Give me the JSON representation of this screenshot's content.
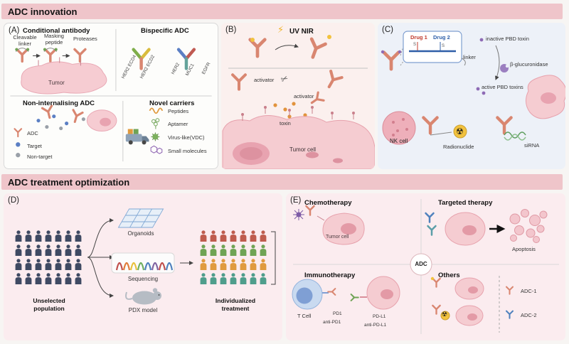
{
  "colors": {
    "banner_pink": "#efc5ca",
    "panel_pink": "#fbf0ee",
    "panel_blue": "#edf1f8",
    "panel_white": "#fdfdfb",
    "antibody_salmon": "#d98670",
    "cell_fill": "#f5ccd1",
    "cell_stroke": "#e7a2ad",
    "cell_nucleus": "#e39aa6",
    "target_blue": "#5b7fc4",
    "non_target_gray": "#9aa0a8",
    "toxin_orange": "#e2933c",
    "pbd_purple": "#8e6bb5"
  },
  "icons": {
    "lightning": "⚡",
    "scissors": "✂",
    "radiation": "☢"
  },
  "banners": {
    "innovation": "ADC innovation",
    "optimization": "ADC treatment optimization"
  },
  "panelA": {
    "tag": "(A)",
    "conditional_title": "Conditional antibody",
    "cleavable_linker": "Cleavable\nlinker",
    "masking_peptide": "Masking\npeptide",
    "proteases": "Proteases",
    "tumor": "Tumor",
    "bispecific_title": "Bispecific ADC",
    "her2_ecd4": "HER2 ECD4",
    "her2_ecd2": "HER2 ECD2",
    "her2": "HER2",
    "muc1": "MUC1",
    "egfr": "EGFR",
    "non_internalising_title": "Non-internalising ADC",
    "legend": {
      "adc": "ADC",
      "target": "Target",
      "non_target": "Non-target"
    },
    "novel_title": "Novel carriers",
    "carriers": [
      "Peptides",
      "Aptamer",
      "Virus-like(VDC)",
      "Small molecules"
    ]
  },
  "panelB": {
    "tag": "(B)",
    "uv_nir": "UV NIR",
    "activator1": "activator",
    "activator2": "activator",
    "toxin": "toxin",
    "tumor_cell": "Tumor cell"
  },
  "panelC": {
    "tag": "(C)",
    "drug1": "Drug 1",
    "drug2": "Drug 2",
    "s": "S",
    "inactive": "inactive PBD toxin",
    "linker": "linker",
    "glucuronidase": "β-glucuronidase",
    "active": "active PBD toxins",
    "nk_cell": "NK cell",
    "radionuclide": "Radionuclide",
    "sirna": "siRNA"
  },
  "panelD": {
    "tag": "(D)",
    "organoids": "Organoids",
    "sequencing": "Sequencing",
    "pdx": "PDX model",
    "unselected": "Unselected\npopulation",
    "individualized": "Individualized\ntreatment"
  },
  "panelE": {
    "tag": "(E)",
    "chemotherapy": "Chemotherapy",
    "tumor_cell": "Tumor cell",
    "targeted": "Targeted therapy",
    "apoptosis": "Apoptosis",
    "immunotherapy": "Immunotherapy",
    "adc": "ADC",
    "others": "Others",
    "t_cell": "T Cell",
    "pd1": "PD1",
    "anti_pd1": "anti-PD1",
    "pdl1": "PD-L1",
    "anti_pdl1": "anti-PD-L1",
    "adc1": "ADC-1",
    "adc2": "ADC-2"
  }
}
